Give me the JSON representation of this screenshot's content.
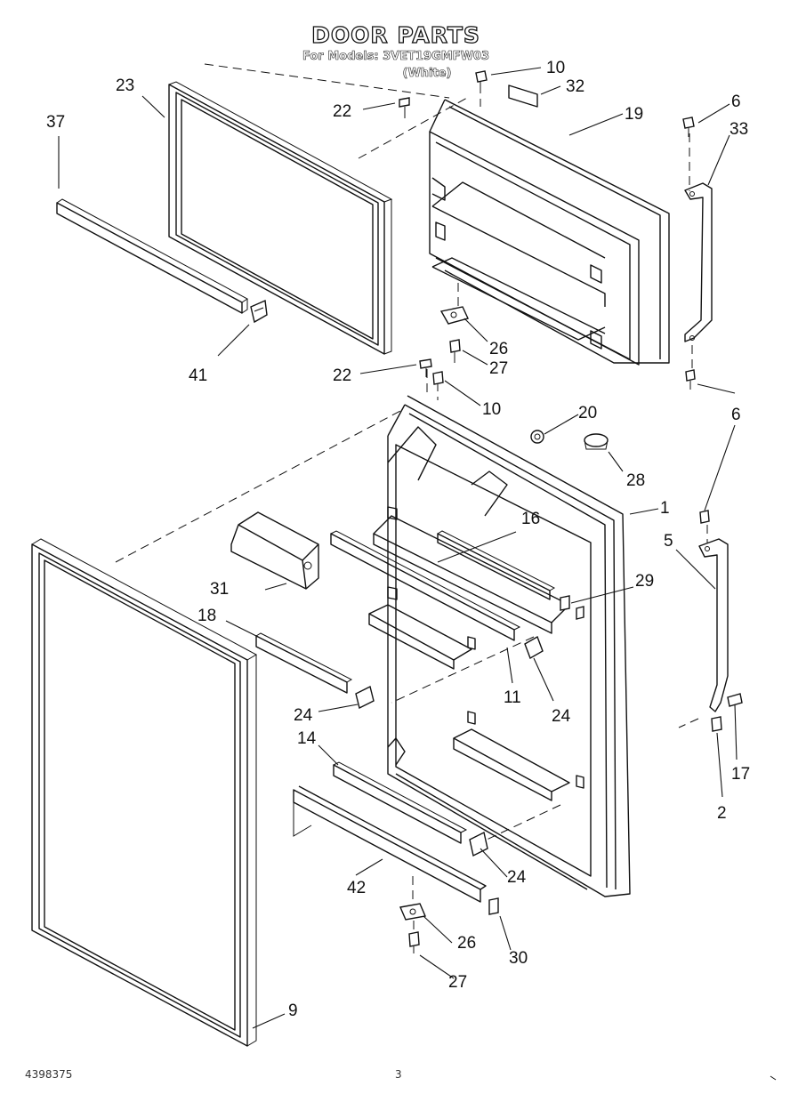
{
  "header": {
    "title": "DOOR PARTS",
    "models": "For Models: 3VET19GMFW03",
    "variant": "(White)"
  },
  "callouts": {
    "c1": "1",
    "c2": "2",
    "c5": "5",
    "c6a": "6",
    "c6b": "6",
    "c9": "9",
    "c10a": "10",
    "c10b": "10",
    "c11": "11",
    "c14": "14",
    "c16": "16",
    "c17": "17",
    "c18": "18",
    "c19": "19",
    "c20": "20",
    "c22a": "22",
    "c22b": "22",
    "c23": "23",
    "c24a": "24",
    "c24b": "24",
    "c24c": "24",
    "c26a": "26",
    "c26b": "26",
    "c27a": "27",
    "c27b": "27",
    "c28": "28",
    "c29": "29",
    "c30": "30",
    "c31": "31",
    "c32": "32",
    "c33": "33",
    "c37": "37",
    "c41": "41",
    "c42": "42"
  },
  "footer": {
    "doc_number": "4398375",
    "page": "3"
  },
  "colors": {
    "ink": "#111111",
    "paper": "#ffffff"
  }
}
